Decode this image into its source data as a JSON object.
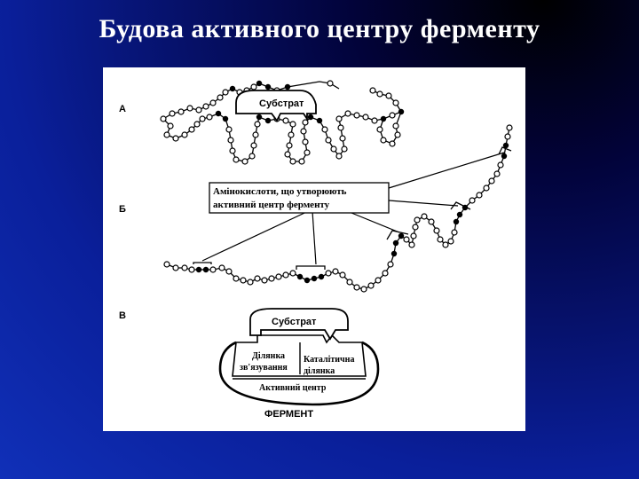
{
  "slide": {
    "title": "Будова активного центру ферменту"
  },
  "diagram": {
    "panel_labels": [
      "А",
      "Б",
      "В"
    ],
    "substrate_label_a": "Субстрат",
    "substrate_label_c": "Субстрат",
    "callout_line1": "Амінокислоти, що утворюють",
    "callout_line2": "активний центр ферменту",
    "binding_site_line1": "Ділянка",
    "binding_site_line2": "зв'язування",
    "catalytic_site_line1": "Каталітична",
    "catalytic_site_line2": "ділянка",
    "active_center": "Активний центр",
    "enzyme": "ФЕРМЕНТ"
  }
}
